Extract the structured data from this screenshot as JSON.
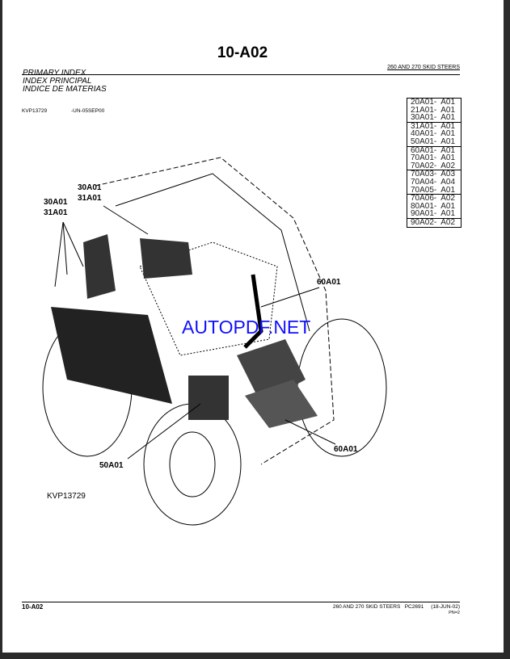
{
  "title": "10-A02",
  "header_right": "260 AND 270 SKID STEERS",
  "index_titles": [
    "PRIMARY INDEX",
    "INDEX PRINCIPAL",
    "INDICE DE MATERIAS"
  ],
  "figure_code": "KVP13729",
  "figure_date": "-UN-05SEP00",
  "index_table": [
    [
      "20A01-  A01",
      "21A01-  A01",
      "30A01-  A01"
    ],
    [
      "31A01-  A01",
      "40A01-  A01",
      "50A01-  A01"
    ],
    [
      "60A01-  A01",
      "70A01-  A01",
      "70A02-  A02"
    ],
    [
      "70A03-  A03",
      "70A04-  A04",
      "70A05-  A01"
    ],
    [
      "70A06-  A02",
      "80A01-  A01",
      "90A01-  A01"
    ],
    [
      "90A02-  A02"
    ]
  ],
  "callouts": {
    "c1a": "30A01",
    "c1b": "31A01",
    "c2a": "30A01",
    "c2b": "31A01",
    "c3": "60A01",
    "c4": "60A01",
    "c5": "50A01"
  },
  "figure_label": "KVP13729",
  "watermark": "AUTOPDF.NET",
  "footer": {
    "left": "10-A02",
    "right": "260 AND 270 SKID STEERS   PC2691     (18-JUN-02)",
    "pn": "PN=2"
  }
}
